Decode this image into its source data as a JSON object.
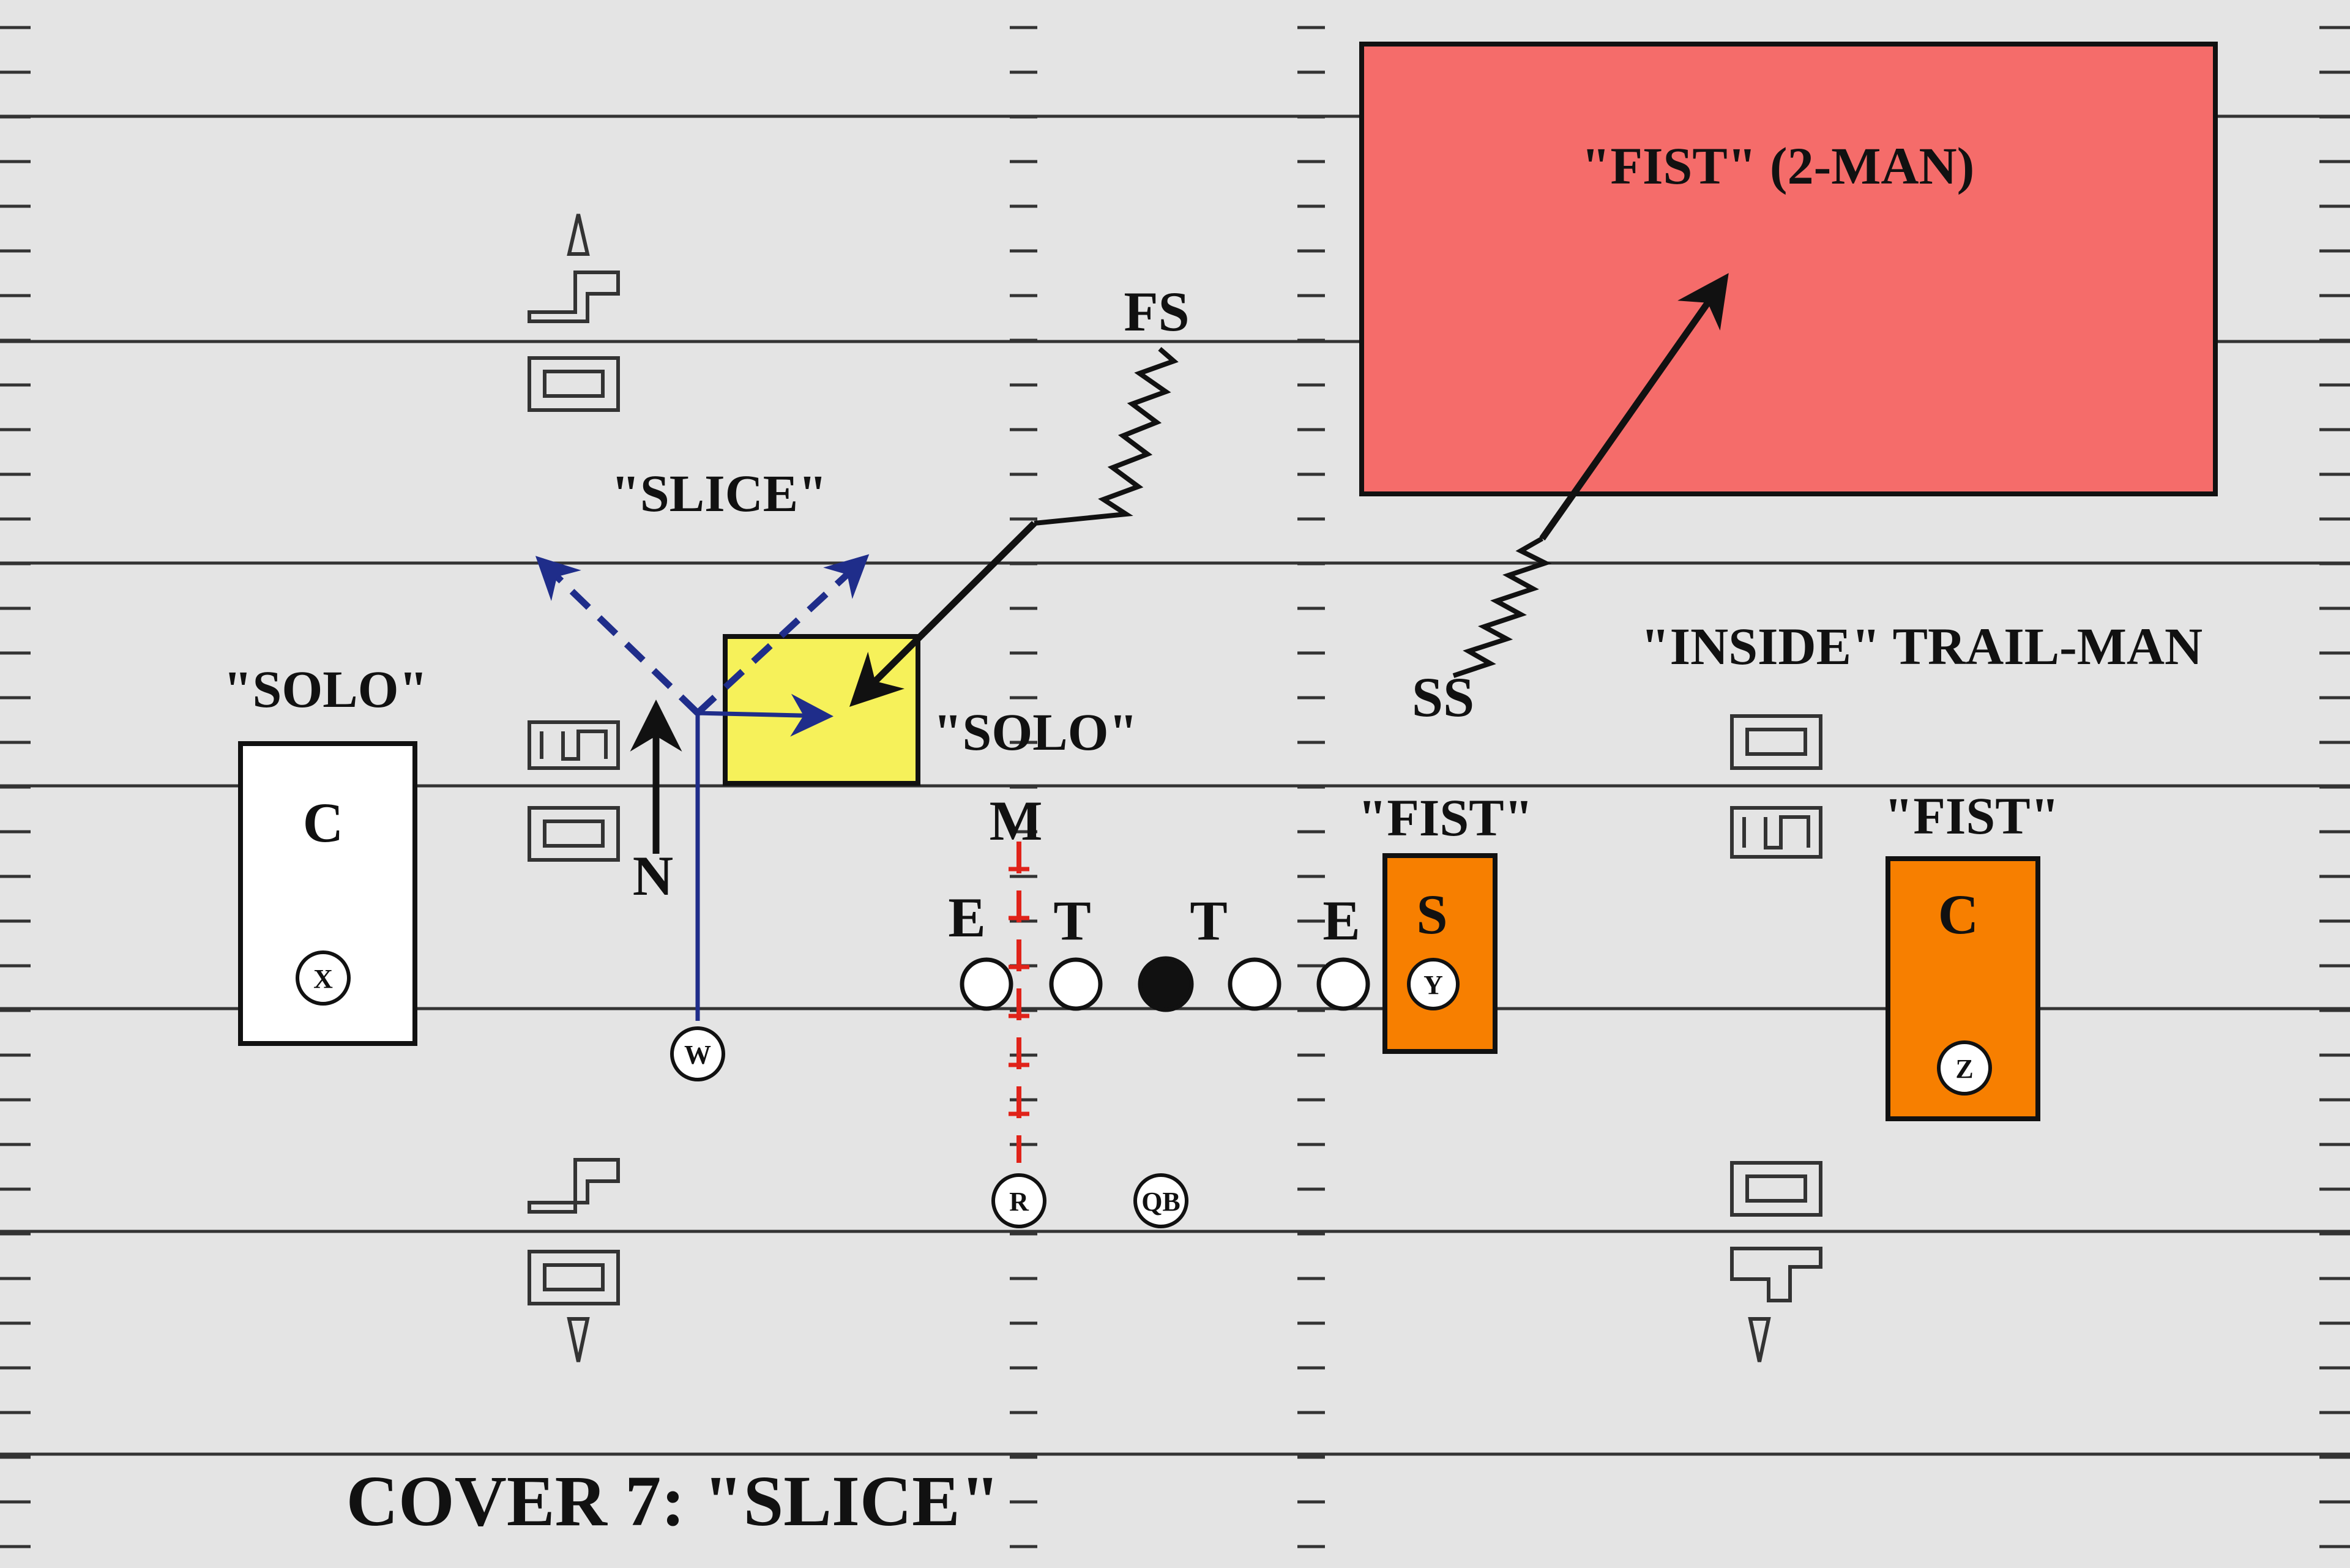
{
  "title": "COVER 7: \"SLICE\"",
  "colors": {
    "field": "#e4e4e4",
    "line": "#222222",
    "fist_zone": "#f56c6a",
    "solo_zone": "#f6f15a",
    "orange_zone": "#f77f00",
    "blue_route": "#1f2d8a",
    "red_route": "#e0231a"
  },
  "zones": {
    "fist_2man": "\"FIST\" (2-MAN)",
    "solo_left": "\"SOLO\"",
    "solo_middle": "\"SOLO\"",
    "slice": "\"SLICE\"",
    "inside_trail": "\"INSIDE\" TRAIL-MAN",
    "fist_s": "\"FIST\"",
    "fist_c": "\"FIST\""
  },
  "defenders": {
    "c_left": "C",
    "n": "N",
    "m": "M",
    "fs": "FS",
    "ss": "SS",
    "e_left": "E",
    "t_left": "T",
    "t_right": "T",
    "e_right": "E",
    "s": "S",
    "c_right": "C"
  },
  "offense": {
    "x": "X",
    "w": "W",
    "y": "Y",
    "z": "Z",
    "r": "R",
    "qb": "QB"
  },
  "icons": [
    "yard-number-icon",
    "arrow-icon",
    "zigzag-backpedal-icon",
    "offensive-lineman-icon",
    "center-icon"
  ]
}
